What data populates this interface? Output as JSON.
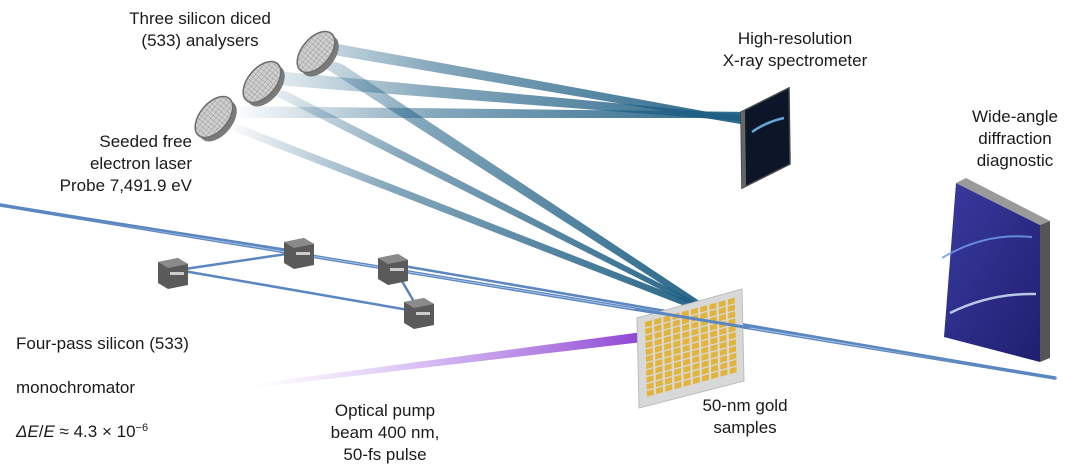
{
  "labels": {
    "analysers": "Three silicon diced\n(533) analysers",
    "spectrometer": "High-resolution\nX-ray spectrometer",
    "diffraction": "Wide-angle\ndiffraction\ndiagnostic",
    "fel": "Seeded free\nelectron laser\nProbe 7,491.9 eV",
    "mono_line1": "Four-pass silicon (533)",
    "mono_line2": "monochromator",
    "mono_eq_de": "ΔE",
    "mono_eq_slash": "/",
    "mono_eq_e": "E",
    "mono_eq_value": " ≈ 4.3 × 10",
    "mono_eq_exp": "−6",
    "pump": "Optical pump\nbeam 400 nm,\n50-fs pulse",
    "gold": "50-nm gold\nsamples"
  },
  "colors": {
    "xray_beam": "#5b86c0",
    "scatter_ray": "#1f5f84",
    "pump_beam": "#9a5ad6",
    "gold": "#e3b43a",
    "detector_face": "#2f2f8a",
    "spectrometer_face": "#101a2e",
    "crystal": "#4a4a4a"
  },
  "icons": {
    "analyser": "diced-crystal-disc-icon",
    "crystal": "silicon-crystal-block-icon",
    "detector": "area-detector-icon",
    "sample": "gold-sample-grid-icon"
  }
}
